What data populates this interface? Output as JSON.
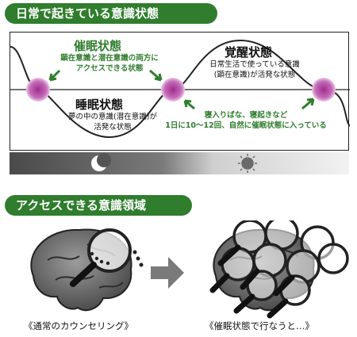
{
  "section1": {
    "title": "日常で起きている意識状態",
    "hypnosis": {
      "title": "催眠状態",
      "desc_line1": "顕在意識と潜在意識の両方に",
      "desc_line2": "アクセスできる状態"
    },
    "awake": {
      "title": "覚醒状態",
      "desc_line1": "日常生活で使っている意識",
      "desc_line2": "(顕在意識)が活発な状態"
    },
    "sleep": {
      "title": "睡眠状態",
      "desc_line1": "夢の中の意識(潜在意識)が",
      "desc_line2": "活発な状態"
    },
    "note": {
      "line1": "寝入りばな、寝起きなど",
      "line2": "1日に10～12回、自然に催眠状態に入っている"
    },
    "night_icon": "crescent-moon-icon",
    "day_icon": "sun-icon"
  },
  "section2": {
    "title": "アクセスできる意識領域",
    "left_caption": "《通常のカウンセリング》",
    "right_caption": "《催眠状態で行なうと…》",
    "arrow_icon": "right-arrow-icon",
    "brain_icon": "brain-icon",
    "magnifier_icon": "magnifying-glass-icon"
  },
  "colors": {
    "green": "#2f7d2d",
    "purple": "#8b1a7a"
  }
}
